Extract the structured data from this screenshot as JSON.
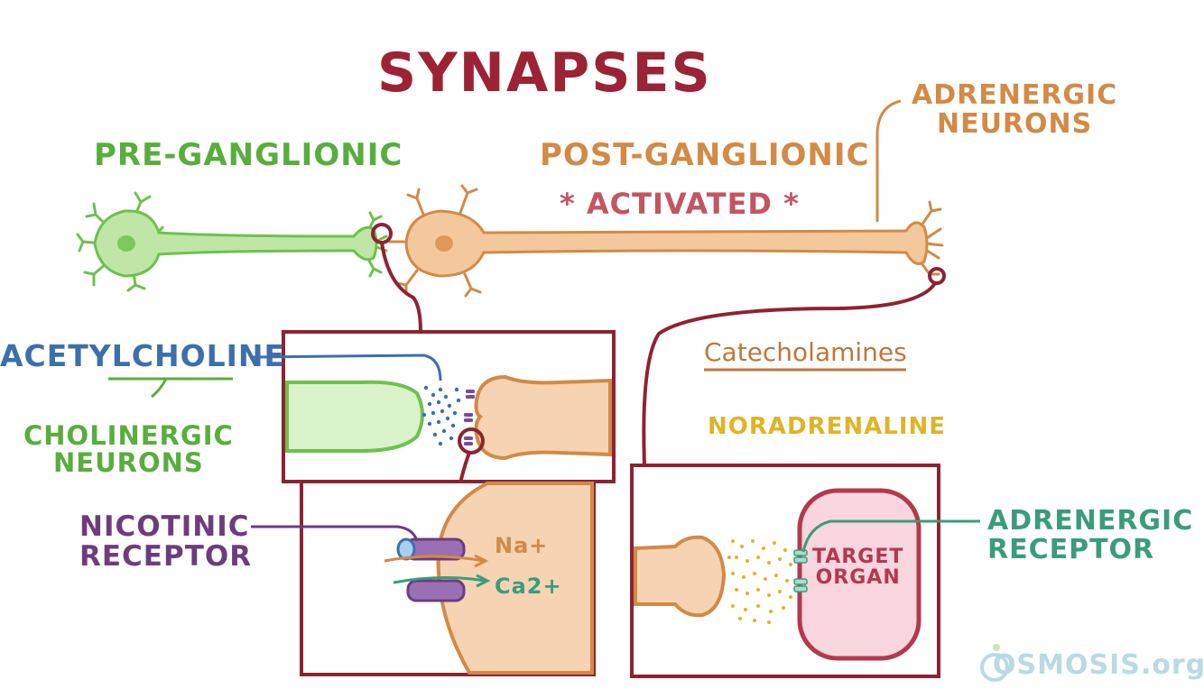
{
  "title": "SYNAPSES",
  "labels": {
    "pre_ganglionic": "PRE-GANGLIONIC",
    "post_ganglionic": "POST-GANGLIONIC",
    "activated": "* ACTIVATED *",
    "adrenergic_neurons_1": "ADRENERGIC",
    "adrenergic_neurons_2": "NEURONS",
    "acetylcholine": "ACETYLCHOLINE",
    "cholinergic_neurons_1": "CHOLINERGIC",
    "cholinergic_neurons_2": "NEURONS",
    "nicotinic_receptor_1": "NICOTINIC",
    "nicotinic_receptor_2": "RECEPTOR",
    "catecholamines": "Catecholamines",
    "noradrenaline": "NORADRENALINE",
    "adrenergic_receptor_1": "ADRENERGIC",
    "adrenergic_receptor_2": "RECEPTOR",
    "sodium_ion": "Na+",
    "calcium_ion": "Ca2+",
    "target_organ_1": "TARGET",
    "target_organ_2": "ORGAN"
  },
  "watermark": "OSMOSIS.org",
  "colors": {
    "title": "#9b2335",
    "pre_ganglionic": "#58ad3d",
    "post_ganglionic": "#d28a45",
    "acetylcholine": "#3d6fad",
    "nicotinic": "#6d3c7e",
    "noradrenaline": "#e0b327",
    "adrenergic_receptor": "#3b9c7a",
    "box_border": "#8e2233",
    "target_organ": "#b2394f"
  }
}
